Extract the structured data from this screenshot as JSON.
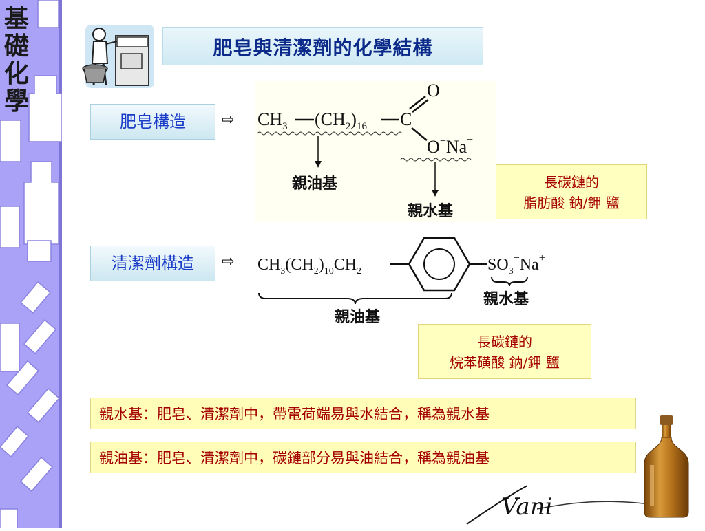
{
  "sidebar": {
    "title_chars": [
      "基",
      "礎",
      "化",
      "學"
    ]
  },
  "title": "肥皂與清潔劑的化學結構",
  "soap": {
    "label": "肥皂構造",
    "arrow": "⇨",
    "formula": {
      "ch3": "CH",
      "ch3_sub": "3",
      "ch2": "(CH",
      "ch2_sub": "2",
      "ch2_close": ")",
      "ch2_n": "16",
      "c": "C",
      "o_top": "O",
      "o_bottom": "O",
      "minus": "−",
      "na": "Na",
      "plus": "+",
      "lipophilic": "親油基",
      "hydrophilic": "親水基"
    },
    "note_line1": "長碳鏈的",
    "note_line2": "脂肪酸 鈉/鉀 鹽"
  },
  "detergent": {
    "label": "清潔劑構造",
    "arrow": "⇨",
    "formula": {
      "ch3": "CH",
      "ch3_sub": "3",
      "ch2": "(CH",
      "ch2_sub": "2",
      "ch2_close": ")",
      "ch2_n": "10",
      "ch2_end": "CH",
      "ch2_end_sub": "2",
      "so3": "SO",
      "so3_sub": "3",
      "minus": "−",
      "na": "Na",
      "plus": "+",
      "hydrophilic": "親水基",
      "lipophilic": "親油基"
    },
    "note_line1": "長碳鏈的",
    "note_line2": "烷苯磺酸 鈉/鉀 鹽"
  },
  "definitions": [
    "親水基：肥皂、清潔劑中，帶電荷端易與水結合，稱為親水基",
    "親油基：肥皂、清潔劑中，碳鏈部分易與油結合，稱為親油基"
  ],
  "signature": "Vani",
  "colors": {
    "sidebar_purple": "#a9a2f6",
    "title_text": "#0b2a8a",
    "label_text": "#1a3cc8",
    "note_text": "#a50000",
    "note_bg": "#ffffbf",
    "bottle_amber": "#b7741c"
  }
}
